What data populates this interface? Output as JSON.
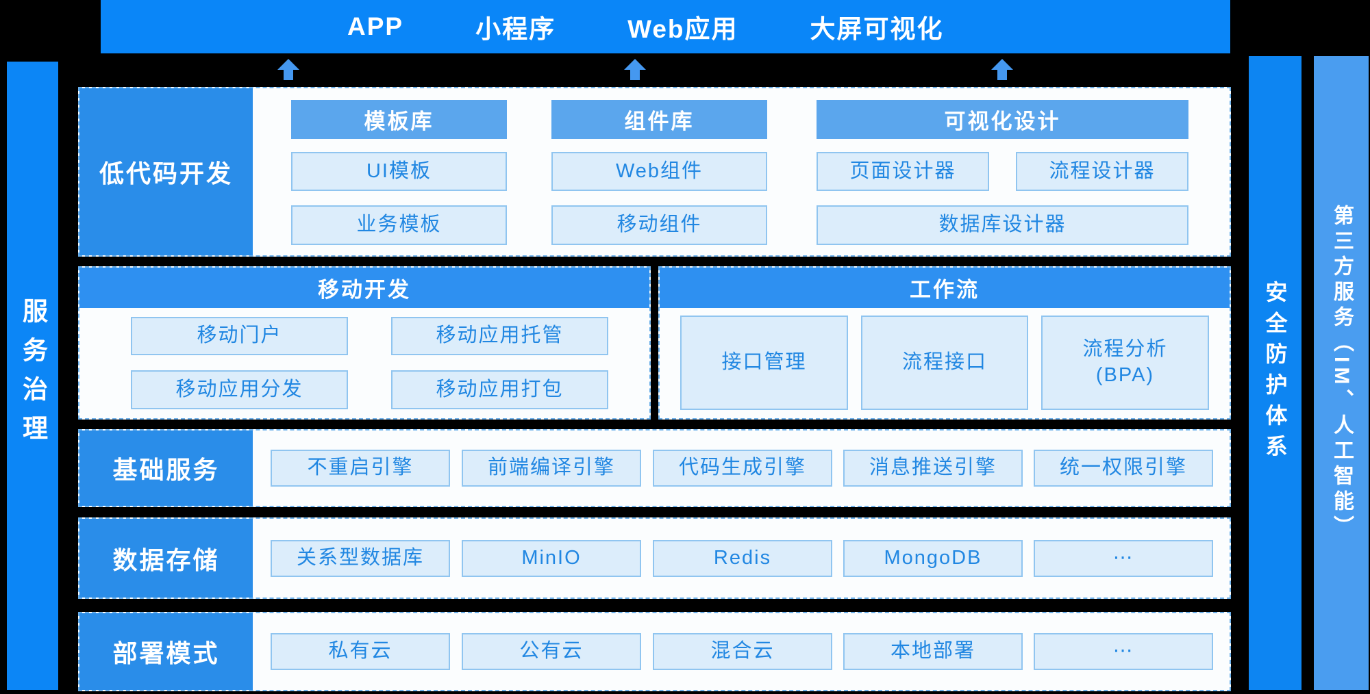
{
  "colors": {
    "background": "#000000",
    "banner": "#0a86f8",
    "arrow": "#4598f0",
    "side_left": "#0c86f6",
    "side_right_primary": "#0d85f2",
    "side_right_secondary": "#4a9df0",
    "label_block": "#2a8de9",
    "header_light": "#5ba6ed",
    "header_dark": "#2e90f1",
    "button_bg": "#dcedfb",
    "button_border": "#90c5f0",
    "button_text": "#2187e2",
    "dashed": "#6cb0ea"
  },
  "banner": {
    "items": [
      "APP",
      "小程序",
      "Web应用",
      "大屏可视化"
    ]
  },
  "sidebars": {
    "left": "服务治理",
    "security": "安全防护体系",
    "third_party": "第三方服务（IM、人工智能）"
  },
  "rows": {
    "low_code": {
      "label": "低代码开发",
      "col1": {
        "header": "模板库",
        "buttons": [
          "UI模板",
          "业务模板"
        ]
      },
      "col2": {
        "header": "组件库",
        "buttons": [
          "Web组件",
          "移动组件"
        ]
      },
      "col3": {
        "header": "可视化设计",
        "buttons": [
          "页面设计器",
          "流程设计器"
        ],
        "button_wide": "数据库设计器"
      }
    },
    "mobile": {
      "header": "移动开发",
      "buttons": [
        "移动门户",
        "移动应用托管",
        "移动应用分发",
        "移动应用打包"
      ]
    },
    "workflow": {
      "header": "工作流",
      "buttons": [
        "接口管理",
        "流程接口"
      ],
      "bpa": {
        "line1": "流程分析",
        "line2": "(BPA)"
      }
    },
    "basic": {
      "label": "基础服务",
      "buttons": [
        "不重启引擎",
        "前端编译引擎",
        "代码生成引擎",
        "消息推送引擎",
        "统一权限引擎"
      ]
    },
    "storage": {
      "label": "数据存储",
      "buttons": [
        "关系型数据库",
        "MinIO",
        "Redis",
        "MongoDB",
        "⋯"
      ]
    },
    "deploy": {
      "label": "部署模式",
      "buttons": [
        "私有云",
        "公有云",
        "混合云",
        "本地部署",
        "⋯"
      ]
    }
  }
}
